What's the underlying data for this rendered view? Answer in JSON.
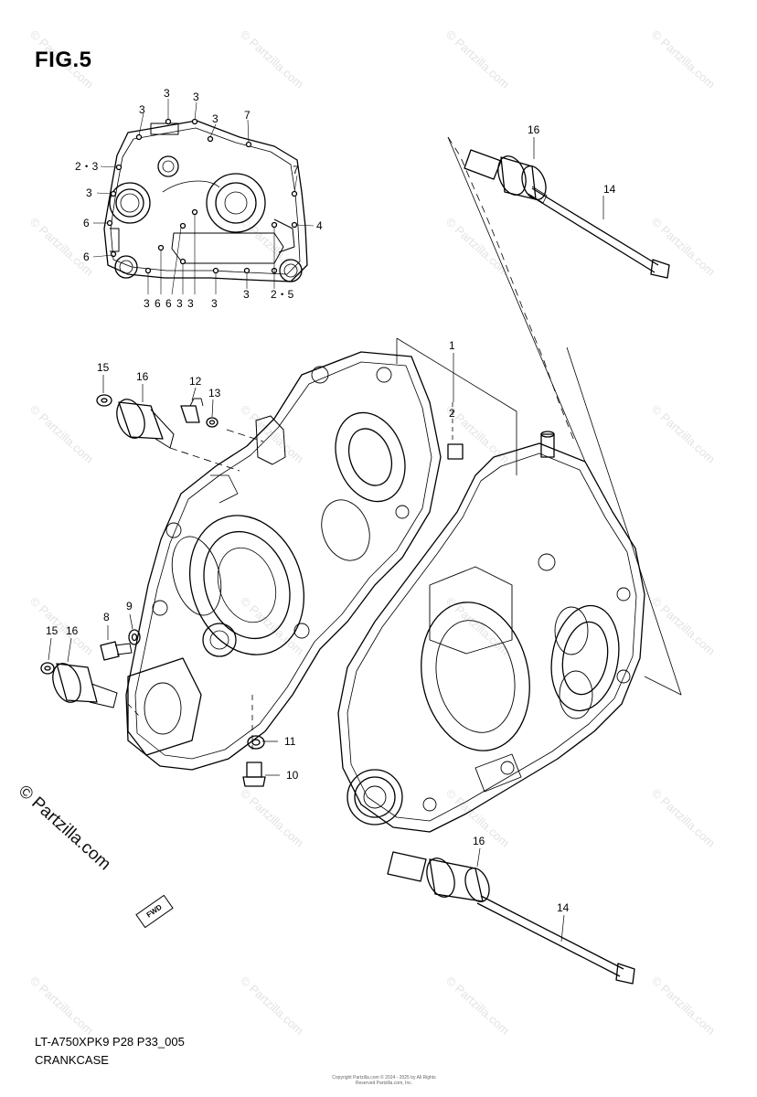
{
  "figure": {
    "title": "FIG.5",
    "model_code": "LT-A750XPK9 P28 P33_005",
    "name": "CRANKCASE"
  },
  "branding": {
    "site": "© Partzilla.com",
    "watermark": "© Partzilla.com",
    "forward_arrow": "FWD",
    "copyright_small": "Copyright Partzilla.com © 2024 - 2025 by All Rights Reserved Partzilla.com, Inc."
  },
  "callouts": [
    {
      "id": "c-3a",
      "label": "3"
    },
    {
      "id": "c-3b",
      "label": "3"
    },
    {
      "id": "c-3c",
      "label": "3"
    },
    {
      "id": "c-3d",
      "label": "3"
    },
    {
      "id": "c-7a",
      "label": "7"
    },
    {
      "id": "c-23",
      "label": "2・3"
    },
    {
      "id": "c-7b",
      "label": "7"
    },
    {
      "id": "c-3e",
      "label": "3"
    },
    {
      "id": "c-6a",
      "label": "6"
    },
    {
      "id": "c-4",
      "label": "4"
    },
    {
      "id": "c-6b",
      "label": "6"
    },
    {
      "id": "c-bottom",
      "label": "3 6 6 3 3"
    },
    {
      "id": "c-3f",
      "label": "3"
    },
    {
      "id": "c-3g",
      "label": "3"
    },
    {
      "id": "c-25",
      "label": "2・5"
    },
    {
      "id": "c-16a",
      "label": "16"
    },
    {
      "id": "c-14a",
      "label": "14"
    },
    {
      "id": "c-1",
      "label": "1"
    },
    {
      "id": "c-15a",
      "label": "15"
    },
    {
      "id": "c-16b",
      "label": "16"
    },
    {
      "id": "c-12",
      "label": "12"
    },
    {
      "id": "c-13",
      "label": "13"
    },
    {
      "id": "c-2",
      "label": "2"
    },
    {
      "id": "c-8",
      "label": "8"
    },
    {
      "id": "c-9",
      "label": "9"
    },
    {
      "id": "c-15b",
      "label": "15"
    },
    {
      "id": "c-16c",
      "label": "16"
    },
    {
      "id": "c-11",
      "label": "11"
    },
    {
      "id": "c-10",
      "label": "10"
    },
    {
      "id": "c-16d",
      "label": "16"
    },
    {
      "id": "c-14b",
      "label": "14"
    }
  ]
}
